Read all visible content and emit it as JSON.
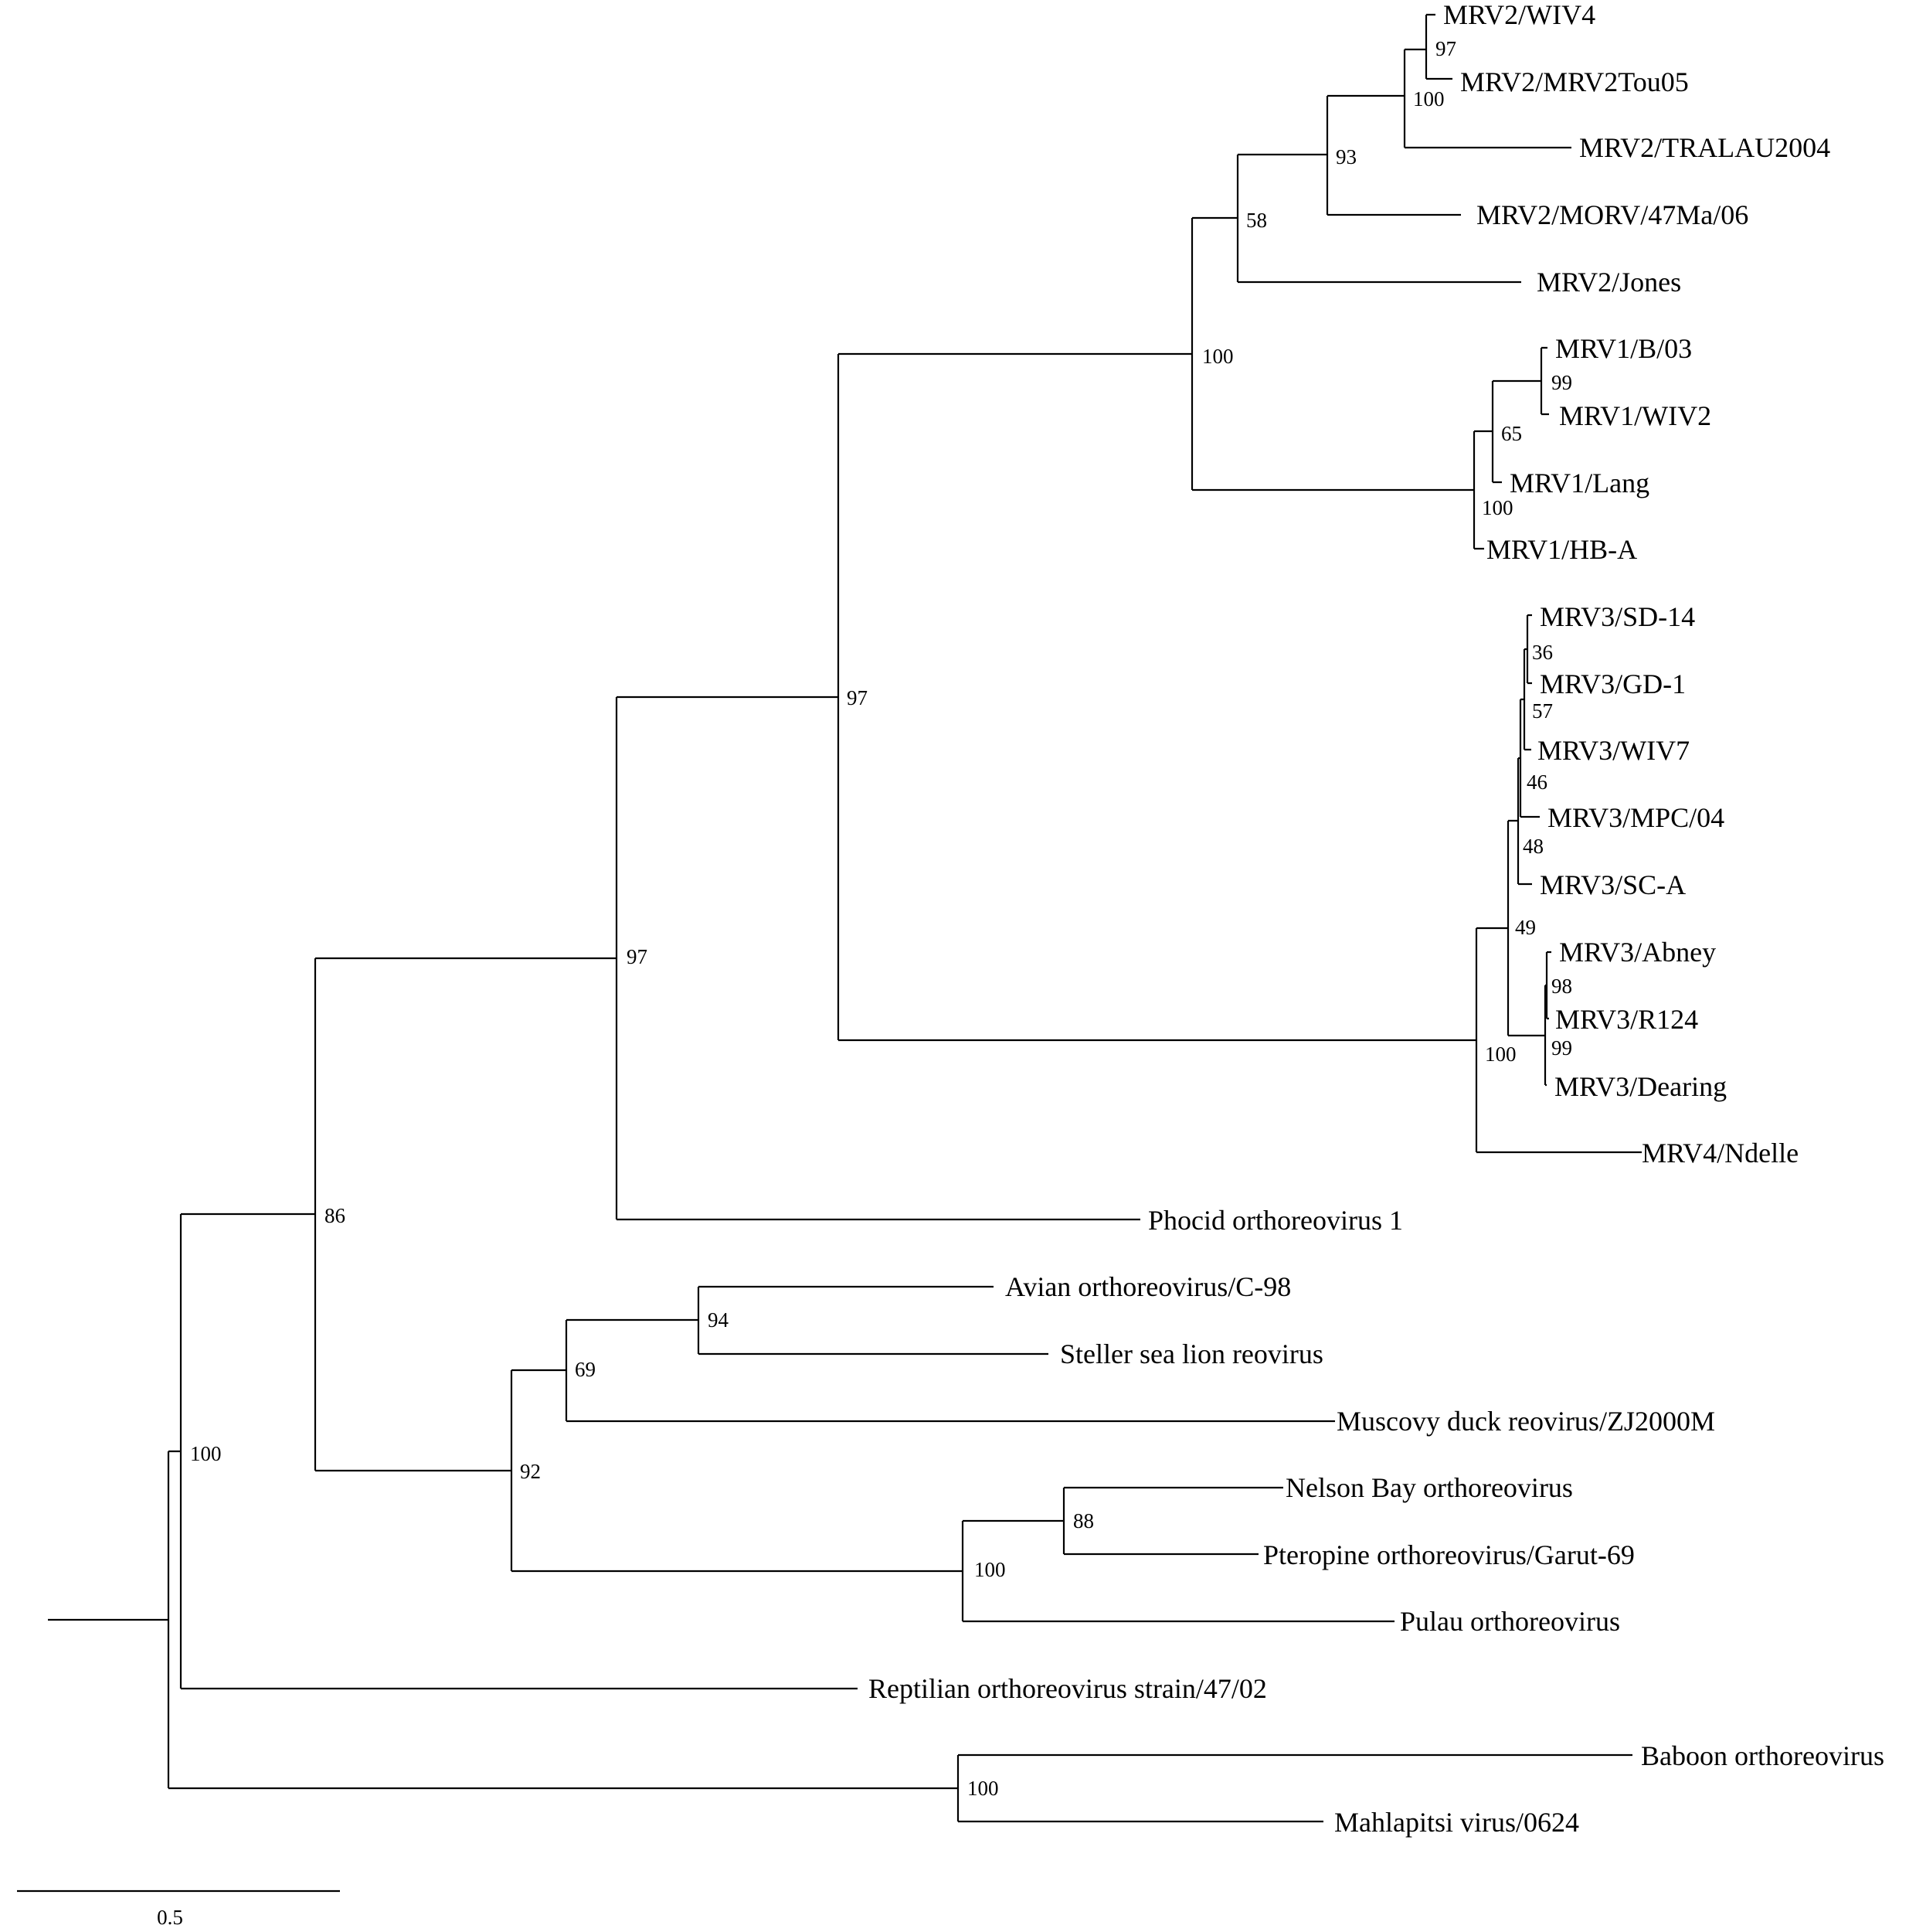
{
  "highlight_color": "#e8151b",
  "text_color": "#000000",
  "scale_bar": {
    "label": "0.5"
  },
  "leaves": [
    {
      "id": "wiv4",
      "label": "MRV2/WIV4"
    },
    {
      "id": "tou05",
      "label": "MRV2/MRV2Tou05"
    },
    {
      "id": "tralau",
      "label": "MRV2/TRALAU2004"
    },
    {
      "id": "morv",
      "label": "MRV2/MORV/47Ma/06"
    },
    {
      "id": "jones",
      "label": "MRV2/Jones"
    },
    {
      "id": "b03",
      "label": "MRV1/B/03"
    },
    {
      "id": "wiv2",
      "label": "MRV1/WIV2"
    },
    {
      "id": "lang",
      "label": "MRV1/Lang"
    },
    {
      "id": "hba",
      "label": "MRV1/HB-A"
    },
    {
      "id": "sd14",
      "label": "MRV3/SD-14"
    },
    {
      "id": "gd1",
      "label": "MRV3/GD-1"
    },
    {
      "id": "wiv7",
      "label": "MRV3/WIV7"
    },
    {
      "id": "mpc04",
      "label": "MRV3/MPC/04"
    },
    {
      "id": "sca",
      "label": "MRV3/SC-A"
    },
    {
      "id": "abney",
      "label": "MRV3/Abney"
    },
    {
      "id": "r124",
      "label": "MRV3/R124"
    },
    {
      "id": "dearing",
      "label": "MRV3/Dearing"
    },
    {
      "id": "ndelle",
      "label": "MRV4/Ndelle"
    },
    {
      "id": "phocid",
      "label": "Phocid orthoreovirus 1",
      "highlight": true
    },
    {
      "id": "avian",
      "label": "Avian orthoreovirus/C-98"
    },
    {
      "id": "steller",
      "label": "Steller sea lion reovirus"
    },
    {
      "id": "muscovy",
      "label": "Muscovy duck reovirus/ZJ2000M"
    },
    {
      "id": "nelson",
      "label": "Nelson Bay orthoreovirus"
    },
    {
      "id": "pteropine",
      "label": "Pteropine orthoreovirus/Garut-69"
    },
    {
      "id": "pulau",
      "label": "Pulau orthoreovirus"
    },
    {
      "id": "reptilian",
      "label": "Reptilian orthoreovirus strain/47/02"
    },
    {
      "id": "baboon",
      "label": "Baboon orthoreovirus"
    },
    {
      "id": "mahlapitsi",
      "label": "Mahlapitsi virus/0624"
    }
  ],
  "bootstrap_values": [
    {
      "node": "wiv4-tou05",
      "value": "97"
    },
    {
      "node": "mrv2-core",
      "value": "100"
    },
    {
      "node": "mrv2-morv",
      "value": "93"
    },
    {
      "node": "mrv2-all",
      "value": "58"
    },
    {
      "node": "mrv1-mrv2",
      "value": "100"
    },
    {
      "node": "b03-wiv2",
      "value": "99"
    },
    {
      "node": "mrv1-lang",
      "value": "65"
    },
    {
      "node": "mrv1-all",
      "value": "100"
    },
    {
      "node": "sd14-gd1",
      "value": "36"
    },
    {
      "node": "mrv3-wiv7",
      "value": "57"
    },
    {
      "node": "mrv3-mpc",
      "value": "46"
    },
    {
      "node": "mrv3-sca",
      "value": "48"
    },
    {
      "node": "abney-r124",
      "value": "98"
    },
    {
      "node": "mrv3-dearing",
      "value": "99"
    },
    {
      "node": "mrv3-all",
      "value": "49"
    },
    {
      "node": "mrv3-mrv4",
      "value": "100"
    },
    {
      "node": "mrv123-mrv34",
      "value": "97"
    },
    {
      "node": "mammalian-phocid",
      "value": "97"
    },
    {
      "node": "avian-steller",
      "value": "94"
    },
    {
      "node": "avian-muscovy",
      "value": "69"
    },
    {
      "node": "nelson-pteropine",
      "value": "88"
    },
    {
      "node": "bat-pulau",
      "value": "100"
    },
    {
      "node": "avian-bat",
      "value": "92"
    },
    {
      "node": "clade-86",
      "value": "86"
    },
    {
      "node": "clade-100",
      "value": "100"
    },
    {
      "node": "baboon-mahlapitsi",
      "value": "100"
    }
  ]
}
